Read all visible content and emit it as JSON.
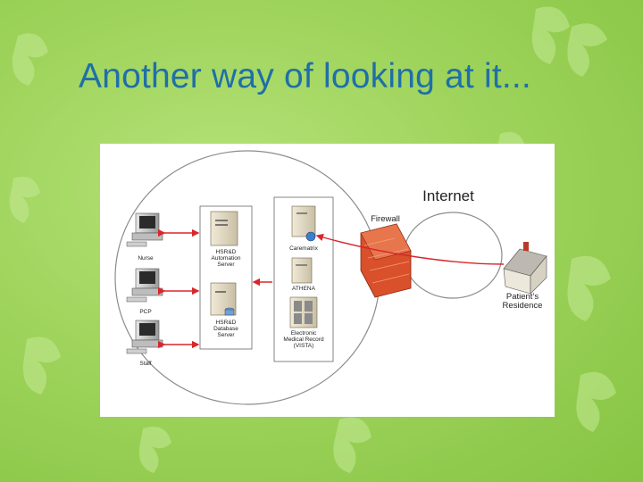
{
  "slide": {
    "title": "Another way of looking at it..."
  },
  "diagram": {
    "internet_label": "Internet",
    "firewall_label": "Firewall",
    "patient_label": "Patient’s\nResidence",
    "workstations": [
      {
        "label": "Nurse"
      },
      {
        "label": "PCP"
      },
      {
        "label": "Staff"
      }
    ],
    "servers": {
      "automation": "HSR&D\nAutomation\nServer",
      "database": "HSR&D\nDatabase\nServer",
      "carematrix": "Carematrix",
      "athena": "ATHENA",
      "emr": "Electronic\nMedical Record\n(VISTA)"
    }
  },
  "colors": {
    "title": "#1f6fa8",
    "arrow": "#d8262b",
    "firewall": "#d9502a",
    "background": "#9fd45c"
  }
}
